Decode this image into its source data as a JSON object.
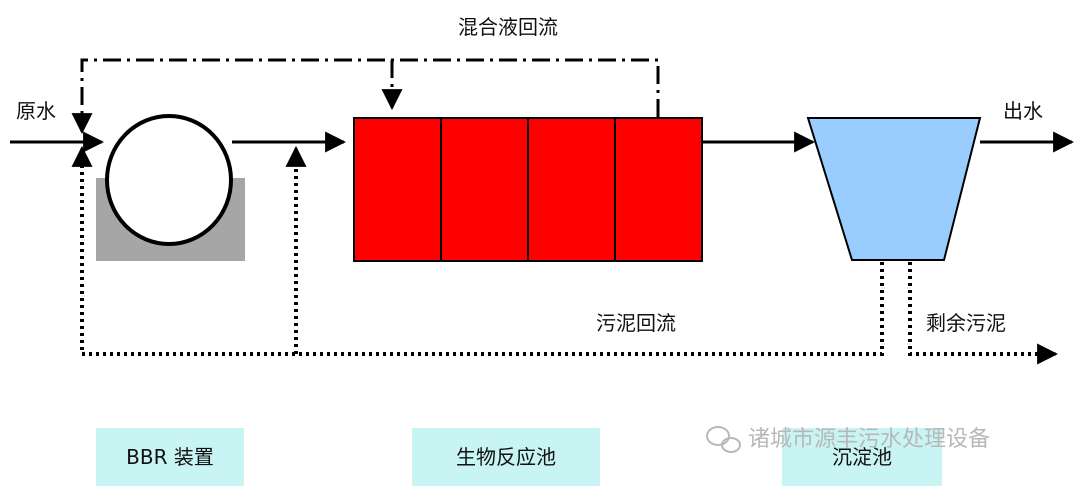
{
  "labels": {
    "mixed_liquor_return": "混合液回流",
    "raw_water": "原水",
    "effluent": "出水",
    "sludge_return": "污泥回流",
    "excess_sludge": "剩余污泥"
  },
  "units": {
    "bbr": "BBR 装置",
    "bioreactor": "生物反应池",
    "clarifier": "沉淀池"
  },
  "watermark": "诸城市源丰污水处理设备",
  "colors": {
    "bbr_base": "#a6a6a6",
    "reactor_fill": "#ff0000",
    "clarifier_fill": "#99ccff",
    "label_box": "#c8f4f4",
    "line": "#000000"
  }
}
